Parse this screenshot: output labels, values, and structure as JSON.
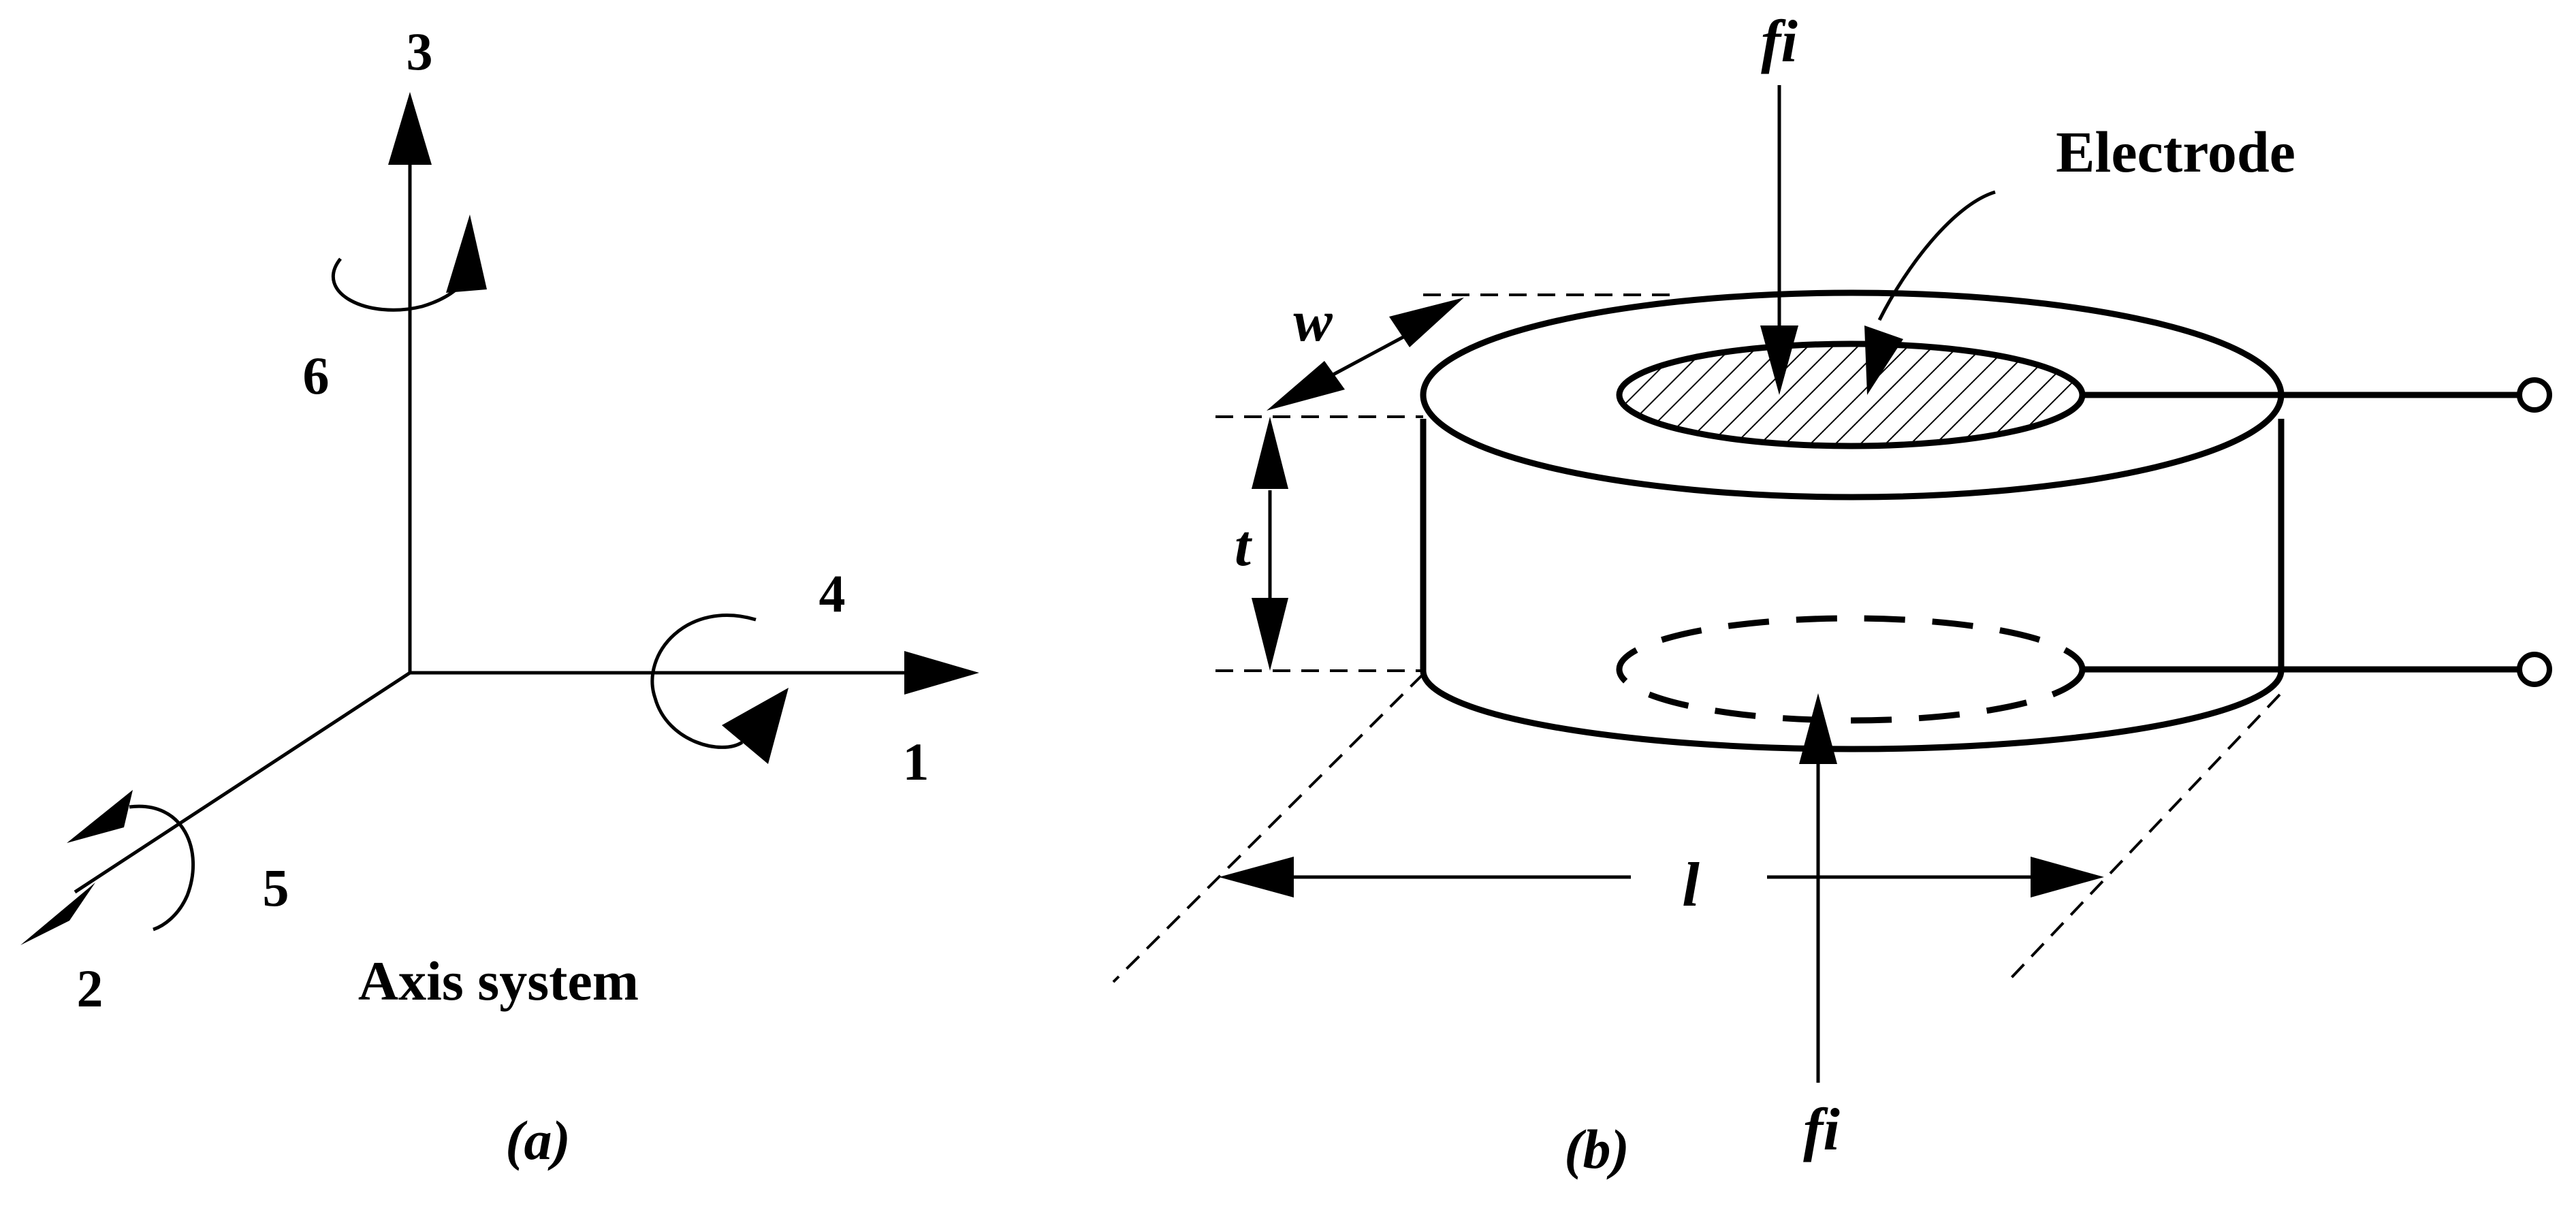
{
  "panel_a": {
    "axis_3": "3",
    "axis_6": "6",
    "axis_4": "4",
    "axis_1": "1",
    "axis_5": "5",
    "axis_2": "2",
    "title": "Axis system",
    "caption": "(a)"
  },
  "panel_b": {
    "force_top": "fi",
    "force_bottom": "fi",
    "electrode_label": "Electrode",
    "width_label": "w",
    "thickness_label": "t",
    "length_label": "l",
    "caption": "(b)"
  }
}
